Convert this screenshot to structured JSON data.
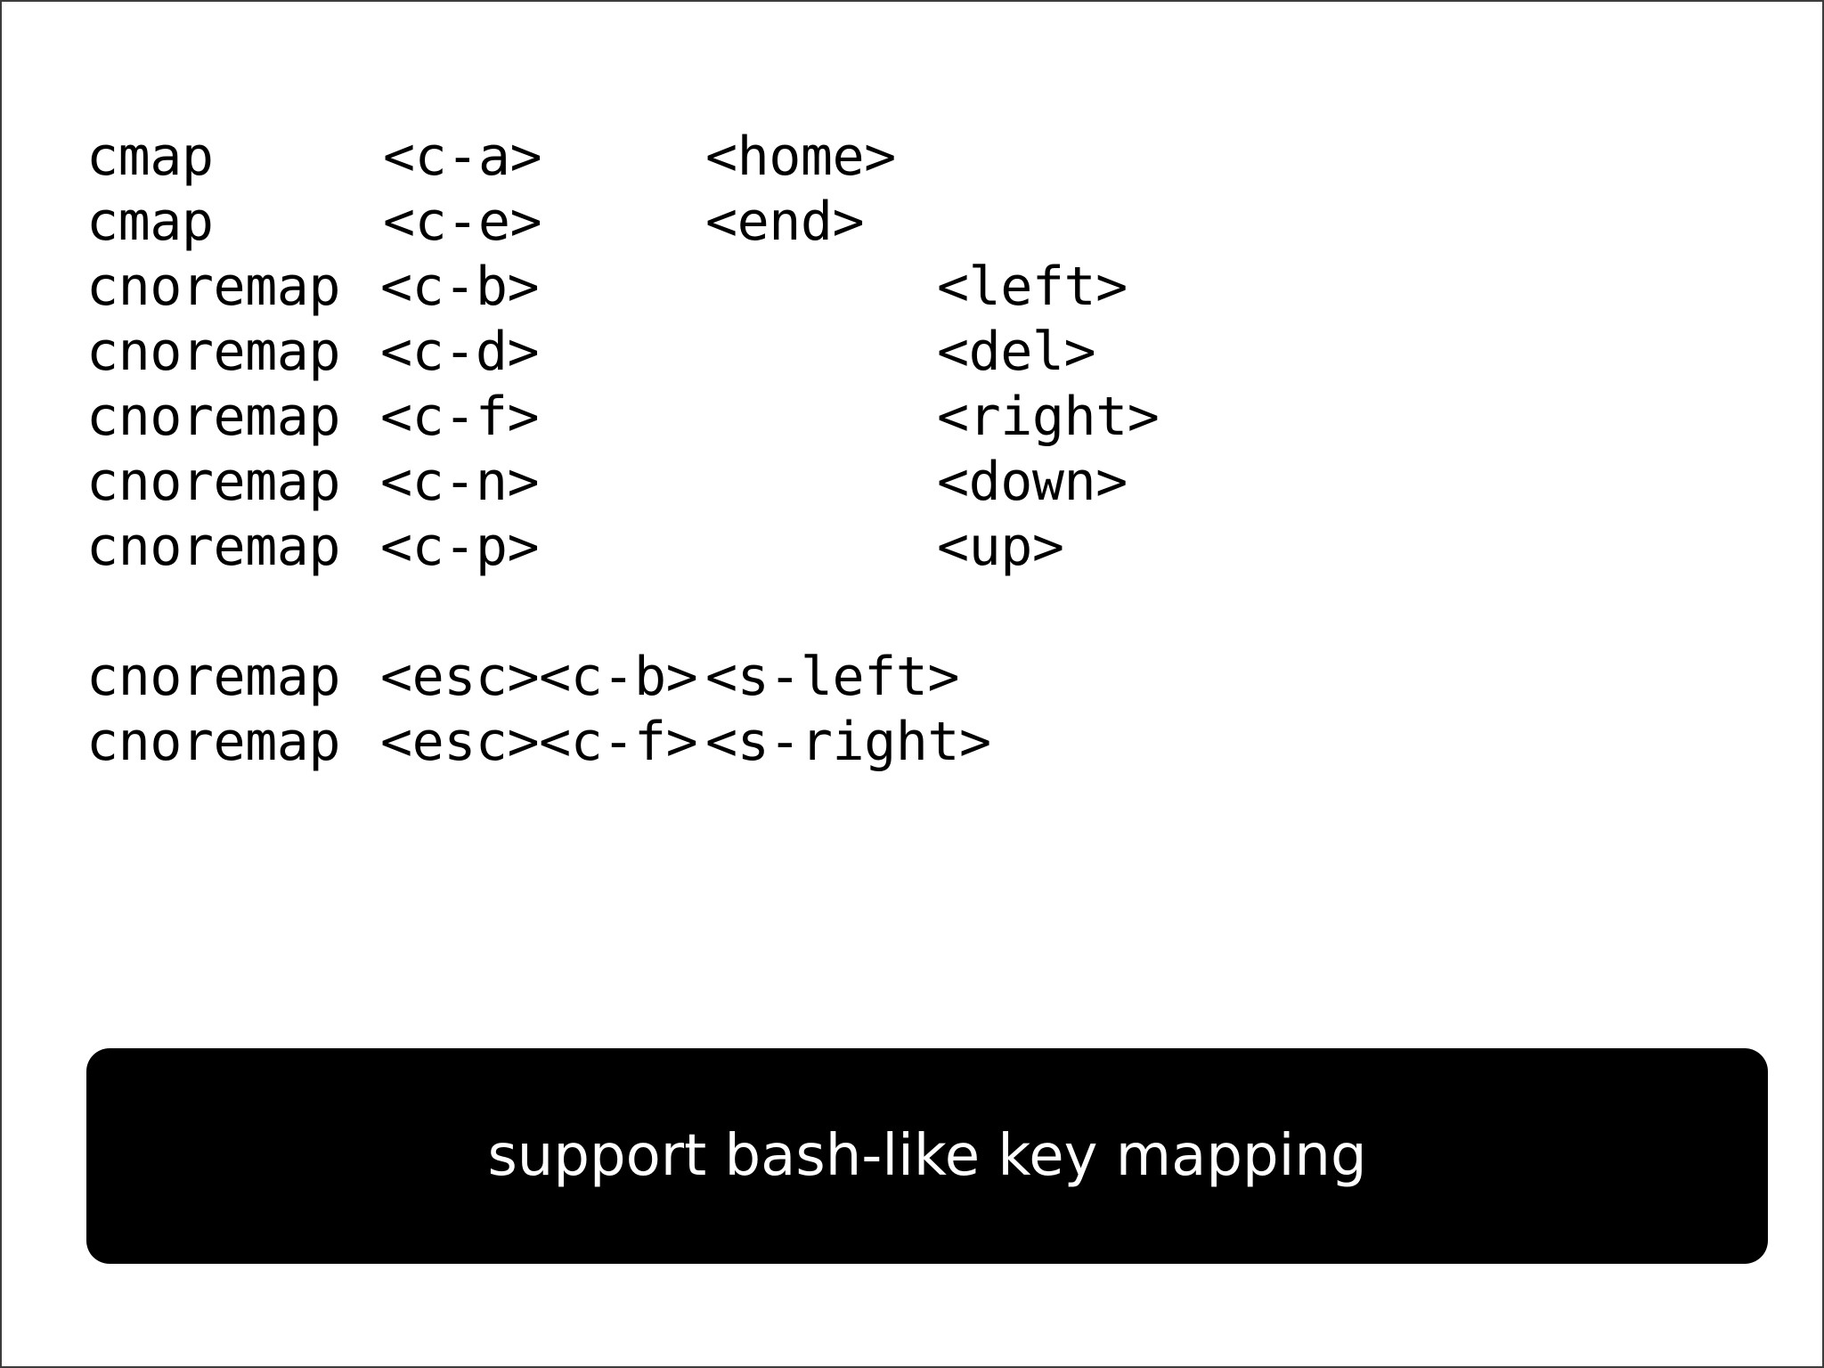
{
  "slide": {
    "background_color": "#ffffff",
    "border_color": "#3c3c3c",
    "text_color": "#000000"
  },
  "code_listing": {
    "language": "vim",
    "lines": [
      {
        "layout": "a",
        "command": "cmap",
        "key": "<c-a>",
        "action": "<home>"
      },
      {
        "layout": "a",
        "command": "cmap",
        "key": "<c-e>",
        "action": "<end>"
      },
      {
        "layout": "b",
        "command": "cnoremap",
        "key": "<c-b>",
        "action": "<left>"
      },
      {
        "layout": "b",
        "command": "cnoremap",
        "key": "<c-d>",
        "action": "<del>"
      },
      {
        "layout": "b",
        "command": "cnoremap",
        "key": "<c-f>",
        "action": "<right>"
      },
      {
        "layout": "b",
        "command": "cnoremap",
        "key": "<c-n>",
        "action": "<down>"
      },
      {
        "layout": "b",
        "command": "cnoremap",
        "key": "<c-p>",
        "action": "<up>"
      },
      {
        "layout": "spacer",
        "command": "",
        "key": "",
        "action": ""
      },
      {
        "layout": "c",
        "command": "cnoremap",
        "key": "<esc><c-b>",
        "action": "<s-left>"
      },
      {
        "layout": "c",
        "command": "cnoremap",
        "key": "<esc><c-f>",
        "action": "<s-right>"
      }
    ]
  },
  "banner": {
    "text": "support bash-like key mapping",
    "background_color": "#000000",
    "text_color": "#ffffff"
  }
}
